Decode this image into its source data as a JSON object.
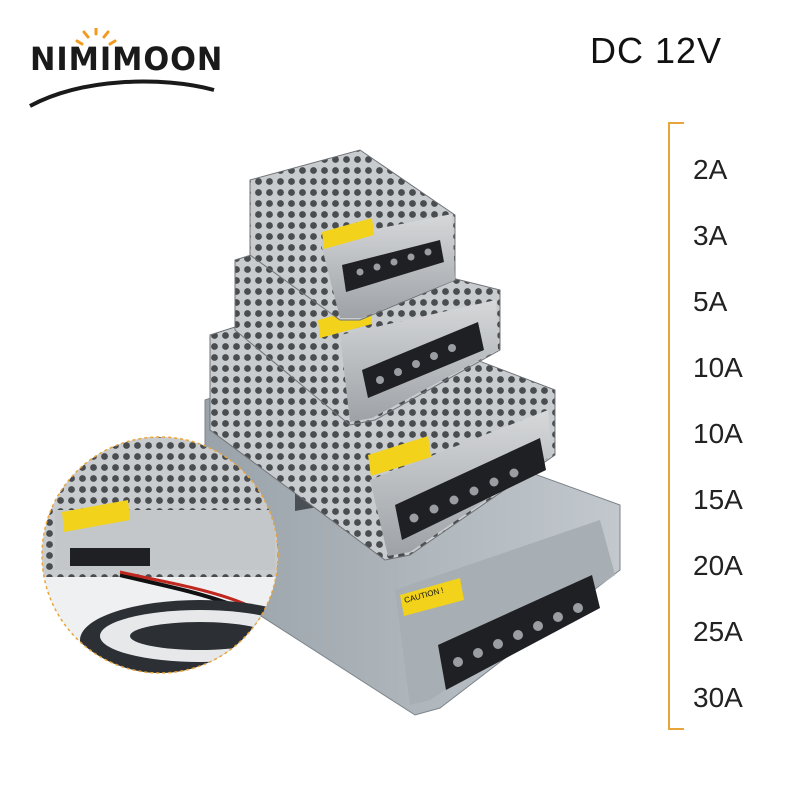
{
  "brand": {
    "name": "NIMIMOON"
  },
  "product": {
    "voltage": "DC 12V",
    "currents": [
      "2A",
      "3A",
      "5A",
      "10A",
      "10A",
      "15A",
      "20A",
      "25A",
      "30A"
    ],
    "caution_label": "CAUTION !"
  },
  "colors": {
    "accent_orange": "#e8a53c",
    "caution_yellow": "#f2d21b",
    "metal": "#b9bcbf"
  }
}
